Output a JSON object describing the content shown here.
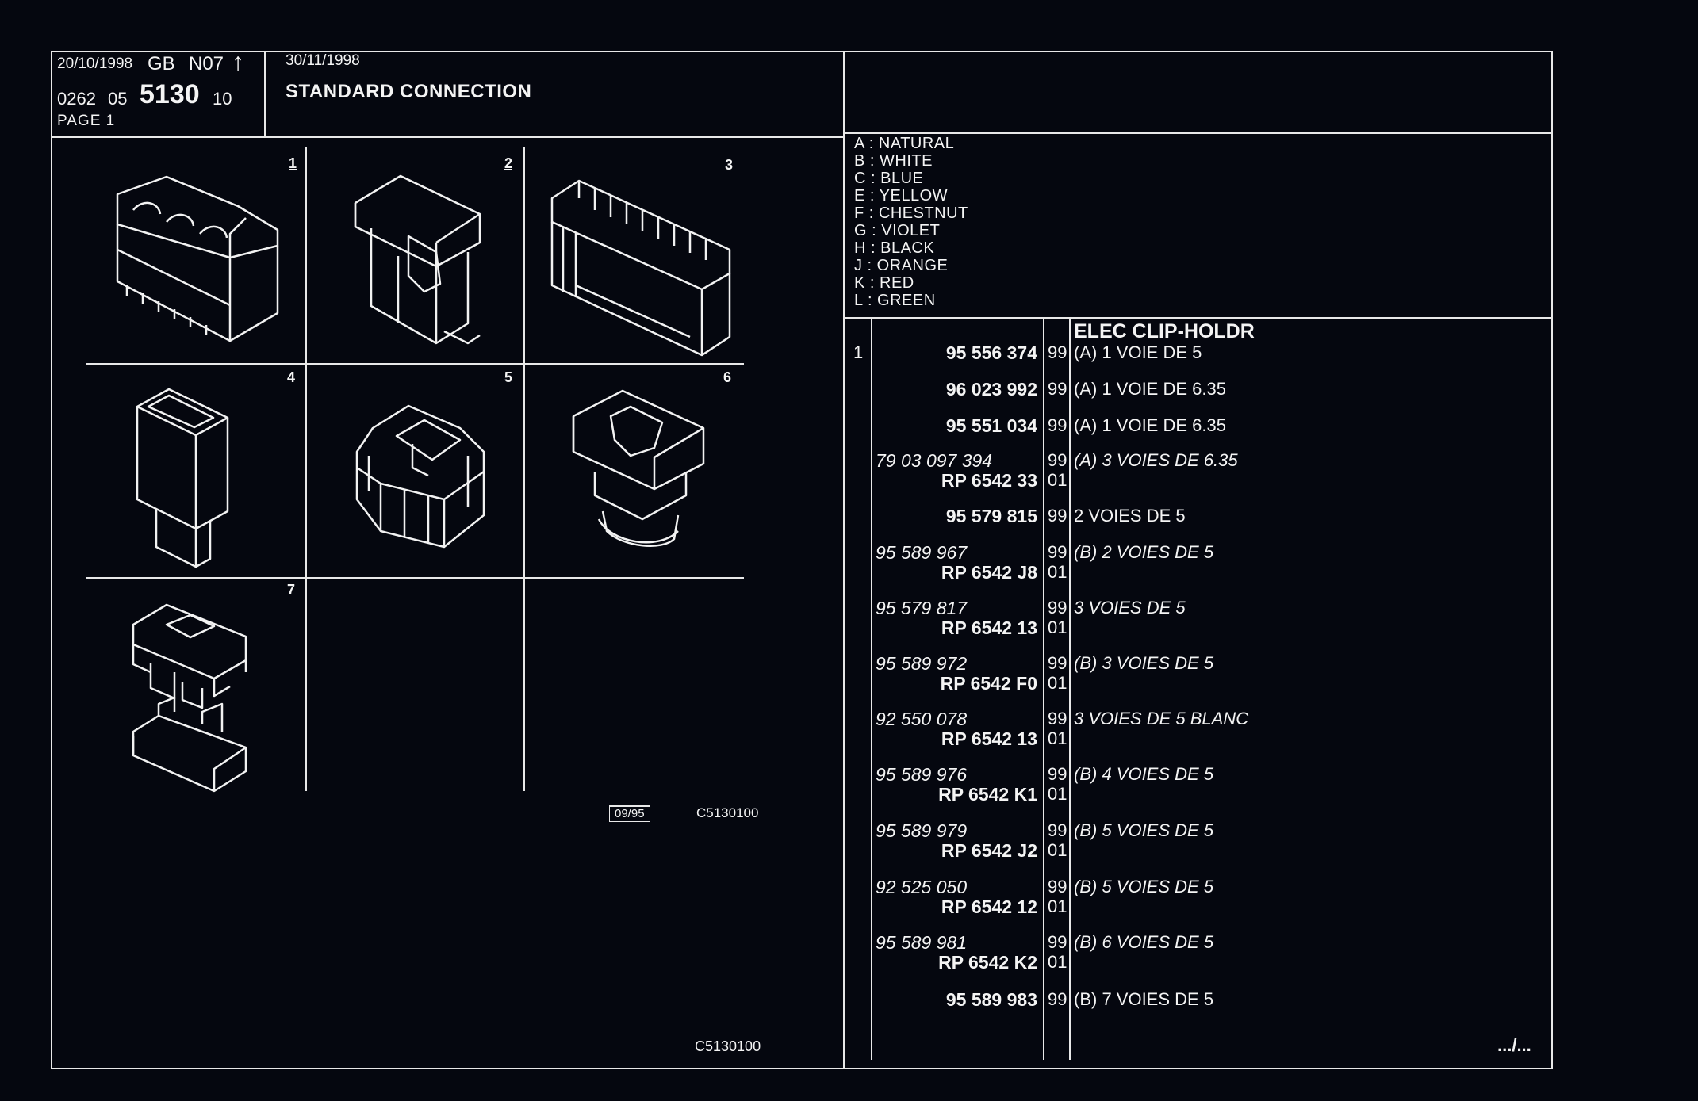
{
  "header": {
    "date1": "20/10/1998",
    "country": "GB",
    "code": "N07",
    "arrow": "↑",
    "ref_prefix": "0262",
    "ref_mid": "05",
    "ref_main": "5130",
    "ref_suffix": "10",
    "page": "PAGE 1",
    "date2": "30/11/1998",
    "title": "STANDARD CONNECTION"
  },
  "colors": [
    "A : NATURAL",
    "B : WHITE",
    "C : BLUE",
    "E : YELLOW",
    "F : CHESTNUT",
    "G : VIOLET",
    "H : BLACK",
    "J : ORANGE",
    "K : RED",
    "L : GREEN"
  ],
  "parts_list": {
    "heading": "ELEC CLIP-HOLDR",
    "item": "1",
    "rows": [
      {
        "ref": "95 556 374",
        "ref_bold": true,
        "code": "99",
        "desc": "(A) 1 VOIE DE 5"
      },
      {
        "ref": "96 023 992",
        "ref_bold": true,
        "code": "99",
        "desc": "(A) 1 VOIE DE 6.35"
      },
      {
        "ref": "95 551 034",
        "ref_bold": true,
        "code": "99",
        "desc": "(A) 1 VOIE DE 6.35"
      },
      {
        "ref": "79 03 097 394",
        "ref_bold": false,
        "code": "99",
        "desc": "(A) 3 VOIES DE 6.35",
        "sub_ref": "RP 6542 33",
        "sub_code": "01"
      },
      {
        "ref": "95 579 815",
        "ref_bold": true,
        "code": "99",
        "desc": "2 VOIES DE 5"
      },
      {
        "ref": "95 589 967",
        "ref_bold": false,
        "code": "99",
        "desc": "(B) 2 VOIES DE 5",
        "sub_ref": "RP 6542 J8",
        "sub_code": "01"
      },
      {
        "ref": "95 579 817",
        "ref_bold": false,
        "code": "99",
        "desc": "3 VOIES DE 5",
        "sub_ref": "RP 6542 13",
        "sub_code": "01"
      },
      {
        "ref": "95 589 972",
        "ref_bold": false,
        "code": "99",
        "desc": "(B) 3 VOIES DE 5",
        "sub_ref": "RP 6542 F0",
        "sub_code": "01"
      },
      {
        "ref": "92 550 078",
        "ref_bold": false,
        "code": "99",
        "desc": "3 VOIES DE 5 BLANC",
        "sub_ref": "RP 6542 13",
        "sub_code": "01"
      },
      {
        "ref": "95 589 976",
        "ref_bold": false,
        "code": "99",
        "desc": "(B) 4 VOIES DE 5",
        "sub_ref": "RP 6542 K1",
        "sub_code": "01"
      },
      {
        "ref": "95 589 979",
        "ref_bold": false,
        "code": "99",
        "desc": "(B) 5 VOIES DE 5",
        "sub_ref": "RP 6542 J2",
        "sub_code": "01"
      },
      {
        "ref": "92 525 050",
        "ref_bold": false,
        "code": "99",
        "desc": "(B) 5 VOIES DE 5",
        "sub_ref": "RP 6542 12",
        "sub_code": "01"
      },
      {
        "ref": "95 589 981",
        "ref_bold": false,
        "code": "99",
        "desc": "(B) 6 VOIES DE 5",
        "sub_ref": "RP 6542 K2",
        "sub_code": "01"
      },
      {
        "ref": "95 589 983",
        "ref_bold": true,
        "code": "99",
        "desc": "(B) 7 VOIES DE 5"
      }
    ],
    "continued": ".../..."
  },
  "diagram": {
    "cell_numbers": [
      "1",
      "2",
      "3",
      "4",
      "5",
      "6",
      "7"
    ],
    "stamp_date": "09/95",
    "stamp_code": "C5130100",
    "footer_code": "C5130100"
  }
}
